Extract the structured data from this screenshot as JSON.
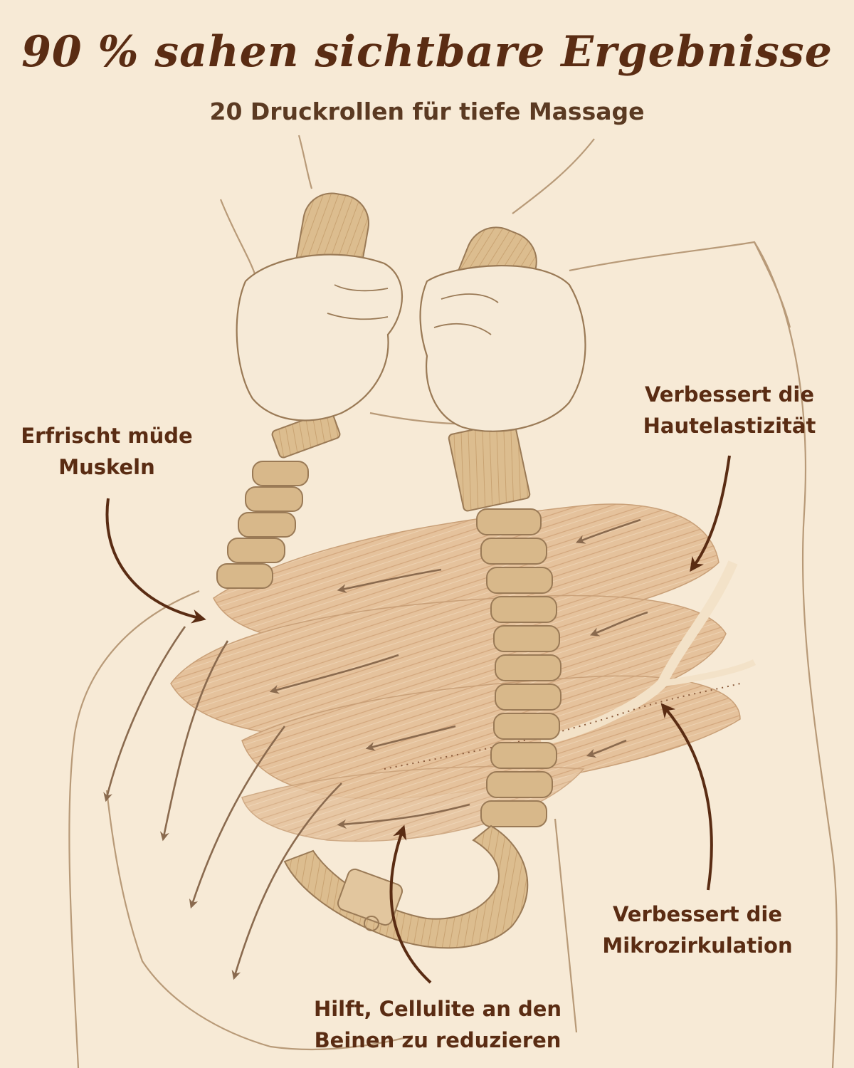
{
  "header": {
    "title": "90 % sahen sichtbare Ergebnisse",
    "subtitle": "20 Druckrollen für tiefe Massage"
  },
  "callouts": {
    "muscles": {
      "line1": "Erfrischt müde",
      "line2": "Muskeln"
    },
    "elasticity": {
      "line1": "Verbessert die",
      "line2": "Hautelastizität"
    },
    "microcirculation": {
      "line1": "Verbessert die",
      "line2": "Mikrozirkulation"
    },
    "cellulite": {
      "line1": "Hilft, Cellulite an den",
      "line2": "Beinen zu reduzieren"
    }
  },
  "colors": {
    "background": "#f7ead6",
    "accent": "#5a2c13",
    "wood": "#d9b98c",
    "muscle": "#e4bf96",
    "outline": "#b89a78"
  },
  "icons": [
    "massage-roller-illustration",
    "hand-icon",
    "arrow-icon"
  ]
}
